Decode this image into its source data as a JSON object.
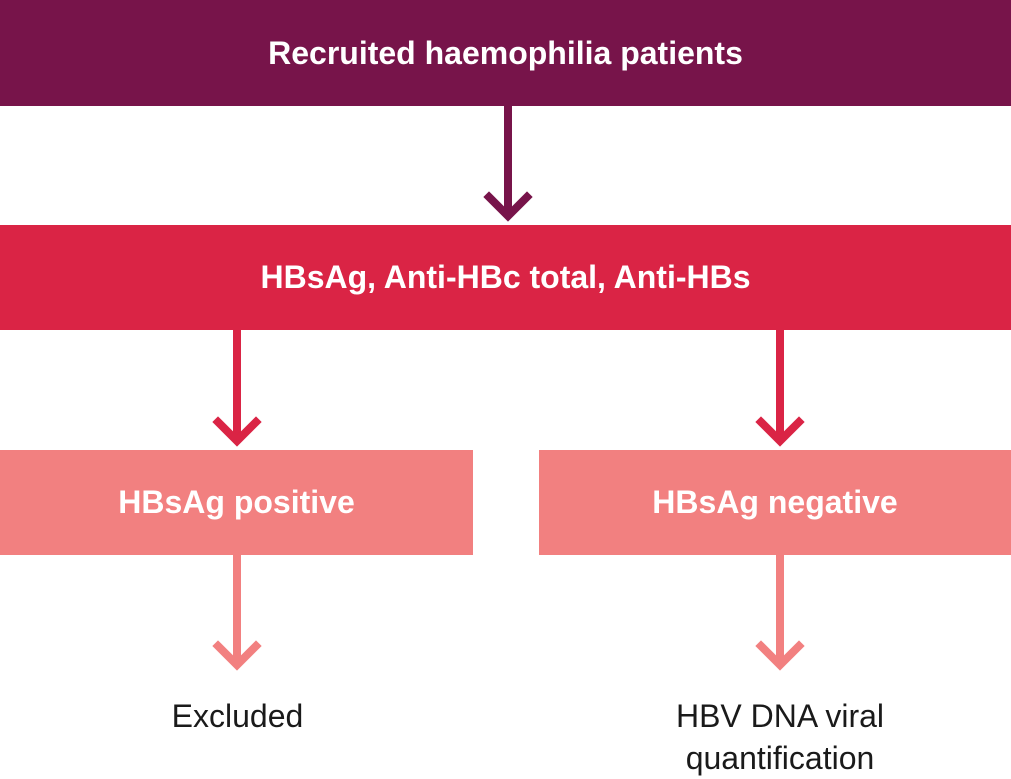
{
  "colors": {
    "level1": "#77144a",
    "level2": "#da2445",
    "level3": "#f28080"
  },
  "nodes": {
    "recruited": "Recruited haemophilia patients",
    "tests": "HBsAg, Anti-HBc total, Anti-HBs",
    "positive": "HBsAg positive",
    "negative": "HBsAg negative",
    "excluded": "Excluded",
    "quantification_line1": "HBV DNA viral",
    "quantification_line2": "quantification"
  }
}
